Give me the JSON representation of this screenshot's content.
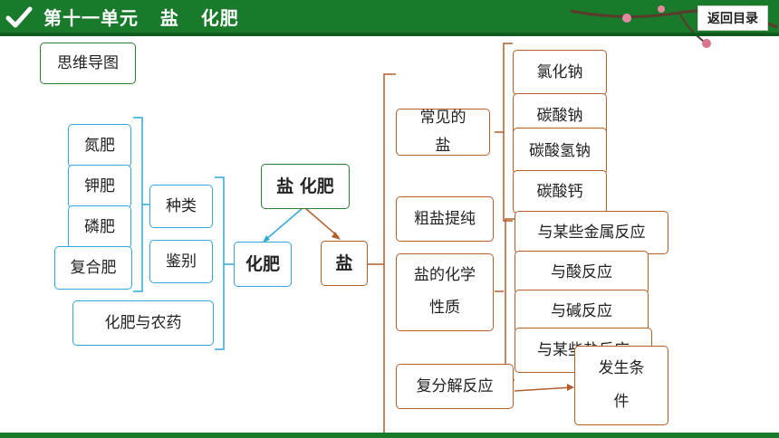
{
  "header": {
    "title": "第十一单元   盐   化肥",
    "back_label": "返回目录"
  },
  "mindmap": {
    "label": "思维导图",
    "center": "盐 化肥",
    "fertilizer": {
      "label": "化肥",
      "types_label": "种类",
      "identify_label": "鉴别",
      "types": [
        "氮肥",
        "钾肥",
        "磷肥",
        "复合肥"
      ],
      "pesticide_label": "化肥与农药"
    },
    "salt": {
      "label": "盐",
      "common_label": "常见的盐",
      "common": [
        "氯化钠",
        "碳酸钠",
        "碳酸氢钠",
        "碳酸钙"
      ],
      "purify_label": "粗盐提纯",
      "properties_label": "盐的化学性质",
      "properties": [
        "与某些金属反应",
        "与酸反应",
        "与碱反应",
        "与某些盐反应"
      ],
      "double_decomp_label": "复分解反应",
      "conditions_label": "发生条件"
    }
  },
  "colors": {
    "header_green": "#1a7a2c",
    "blue": "#2fa8d8",
    "brown": "#b35e2c",
    "green": "#2e7d32"
  }
}
